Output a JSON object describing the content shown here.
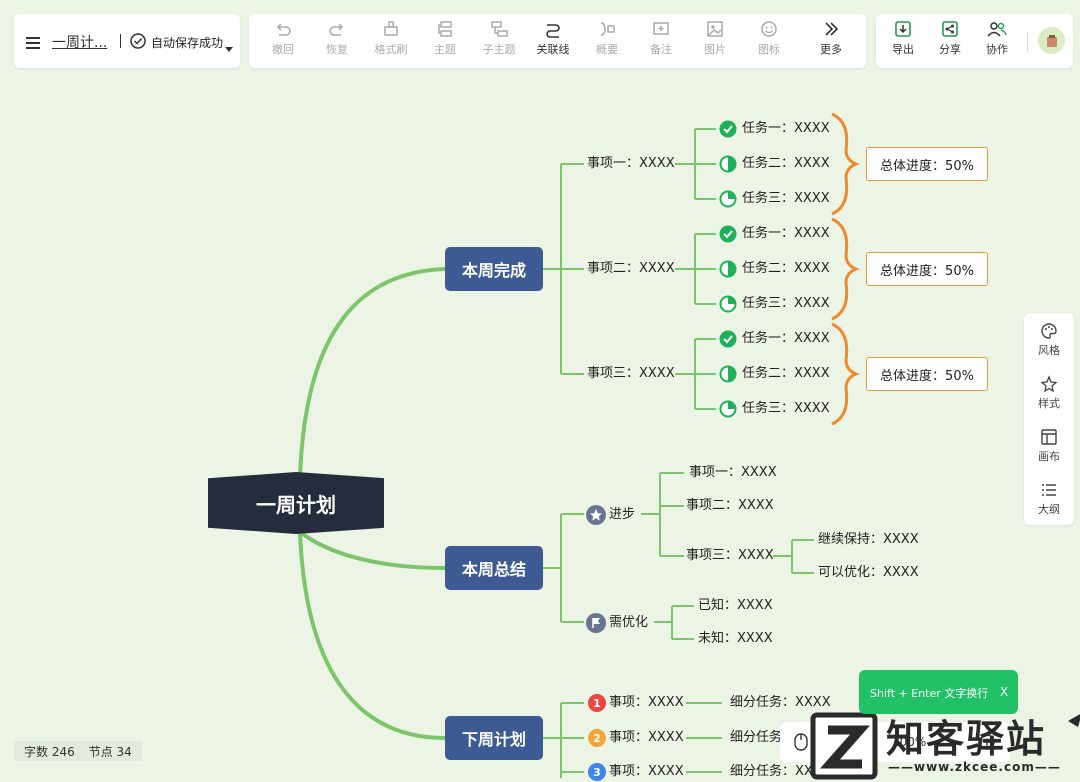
{
  "header": {
    "doc_title": "一周计...",
    "save_status": "自动保存成功"
  },
  "toolbar": {
    "items": [
      "撤回",
      "恢复",
      "格式刷",
      "主题",
      "子主题",
      "关联线",
      "概要",
      "备注",
      "图片",
      "图标",
      "更多"
    ]
  },
  "actions": {
    "items": [
      "导出",
      "分享",
      "协作"
    ]
  },
  "sidebar": {
    "items": [
      "风格",
      "样式",
      "画布",
      "大纲"
    ]
  },
  "status": {
    "word_count": "字数 246",
    "node_count": "节点 34"
  },
  "toast": {
    "text": "Shift + Enter 文字换行",
    "close": "X"
  },
  "zoom": {
    "value": "100%"
  },
  "watermark": {
    "brand": "知客驿站",
    "url": "——www.zkcee.com——"
  },
  "map": {
    "root": "一周计划",
    "branches": [
      "本周完成",
      "本周总结",
      "下周计划"
    ],
    "week_done": {
      "items": [
        "事项一：XXXX",
        "事项二：XXXX",
        "事项三：XXXX"
      ],
      "tasks": [
        "任务一：XXXX",
        "任务二：XXXX",
        "任务三：XXXX"
      ],
      "summary": "总体进度：50%"
    },
    "week_summary": {
      "progress": "进步",
      "progress_items": [
        "事项一：XXXX",
        "事项二：XXXX",
        "事项三：XXXX"
      ],
      "sub_items": [
        "继续保持：XXXX",
        "可以优化：XXXX"
      ],
      "optimize": "需优化",
      "optimize_items": [
        "已知：XXXX",
        "未知：XXXX"
      ]
    },
    "next_week": {
      "item": "事项：XXXX",
      "sub": "细分任务：XXXX",
      "badges": [
        "1",
        "2",
        "3"
      ]
    }
  },
  "colors": {
    "line": "#7cc56b",
    "brace": "#ee8a2e",
    "main": "#3d5a92",
    "root": "#252d3d",
    "accent": "#1eb15a"
  }
}
